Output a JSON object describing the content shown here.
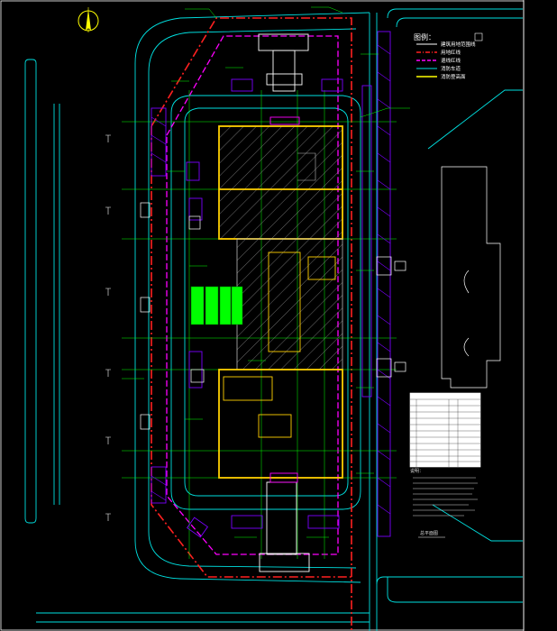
{
  "legend": {
    "title": "图例：",
    "items": [
      {
        "label": "建筑用地范围线",
        "color": "#ffffff"
      },
      {
        "label": "用地红线",
        "color": "#ff2020"
      },
      {
        "label": "退线红线",
        "color": "#ff00ff"
      },
      {
        "label": "消防车道",
        "color": "#00ffff"
      },
      {
        "label": "消防登高面",
        "color": "#ffff00"
      }
    ]
  },
  "notes_title": "说明：",
  "plan_title": "总平面图",
  "colors": {
    "background": "#000000",
    "road": "#00e0e0",
    "site_boundary": "#ff2020",
    "setback": "#ff00ff",
    "building": "#ffd000",
    "green_area": "#00ff00",
    "grid_line": "#00ff00",
    "parking": "#7a00ff"
  }
}
